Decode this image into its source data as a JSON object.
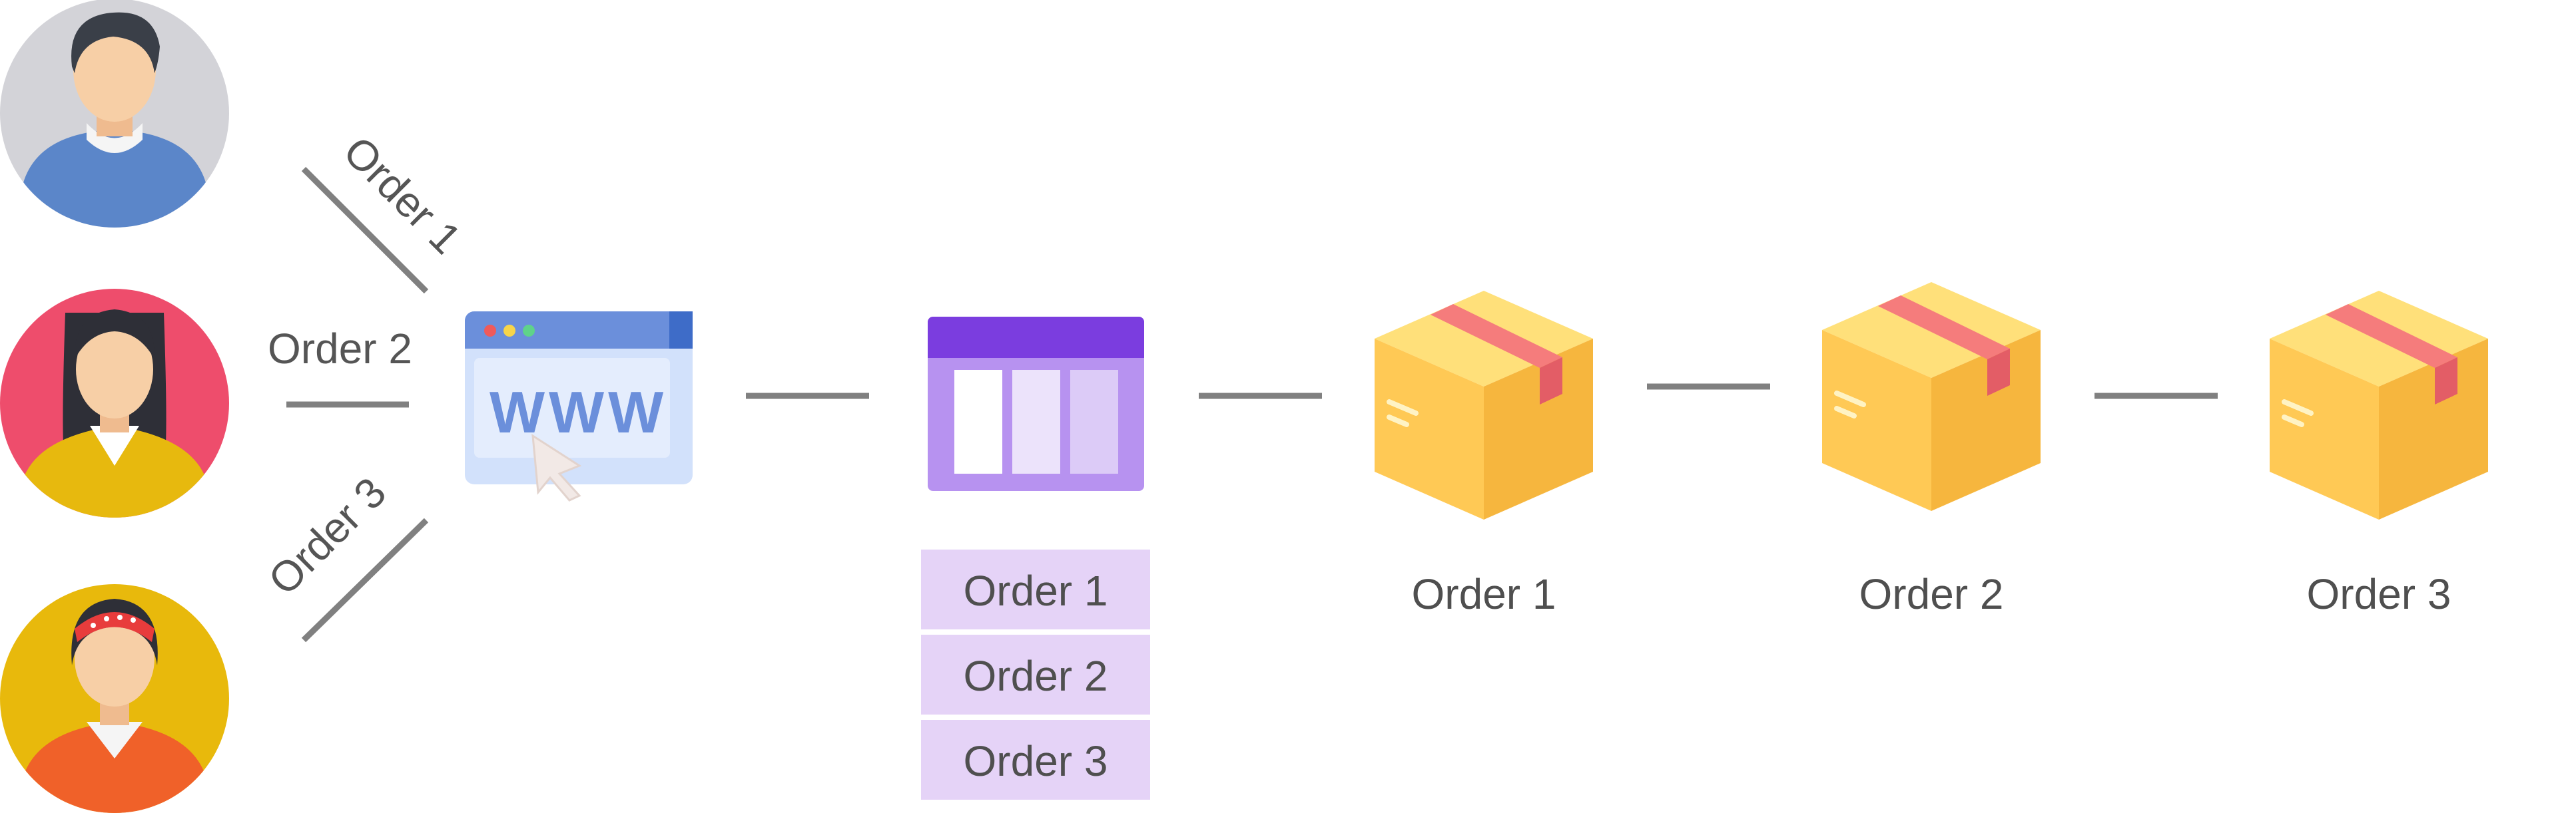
{
  "customers": [
    {
      "name": "customer-1",
      "order_label": "Order 1",
      "bg": "#d3d3d8",
      "shirt": "#5b86c9"
    },
    {
      "name": "customer-2",
      "order_label": "Order 2",
      "bg": "#ee4d6c",
      "shirt": "#e7b90e"
    },
    {
      "name": "customer-3",
      "order_label": "Order 3",
      "bg": "#e8b90c",
      "shirt": "#f06129"
    }
  ],
  "website": {
    "url_text": "WWW",
    "icon": "browser-window-icon"
  },
  "queue": {
    "icon": "order-queue-icon",
    "items": [
      "Order 1",
      "Order 2",
      "Order 3"
    ],
    "fill": "#e5d3f7"
  },
  "packages": [
    {
      "label": "Order 1",
      "icon": "package-box-icon"
    },
    {
      "label": "Order 2",
      "icon": "package-box-icon"
    },
    {
      "label": "Order 3",
      "icon": "package-box-icon"
    }
  ],
  "colors": {
    "connector": "#808080",
    "label": "#555555",
    "accent_purple": "#7b3ddf",
    "box": "#ffc955"
  }
}
